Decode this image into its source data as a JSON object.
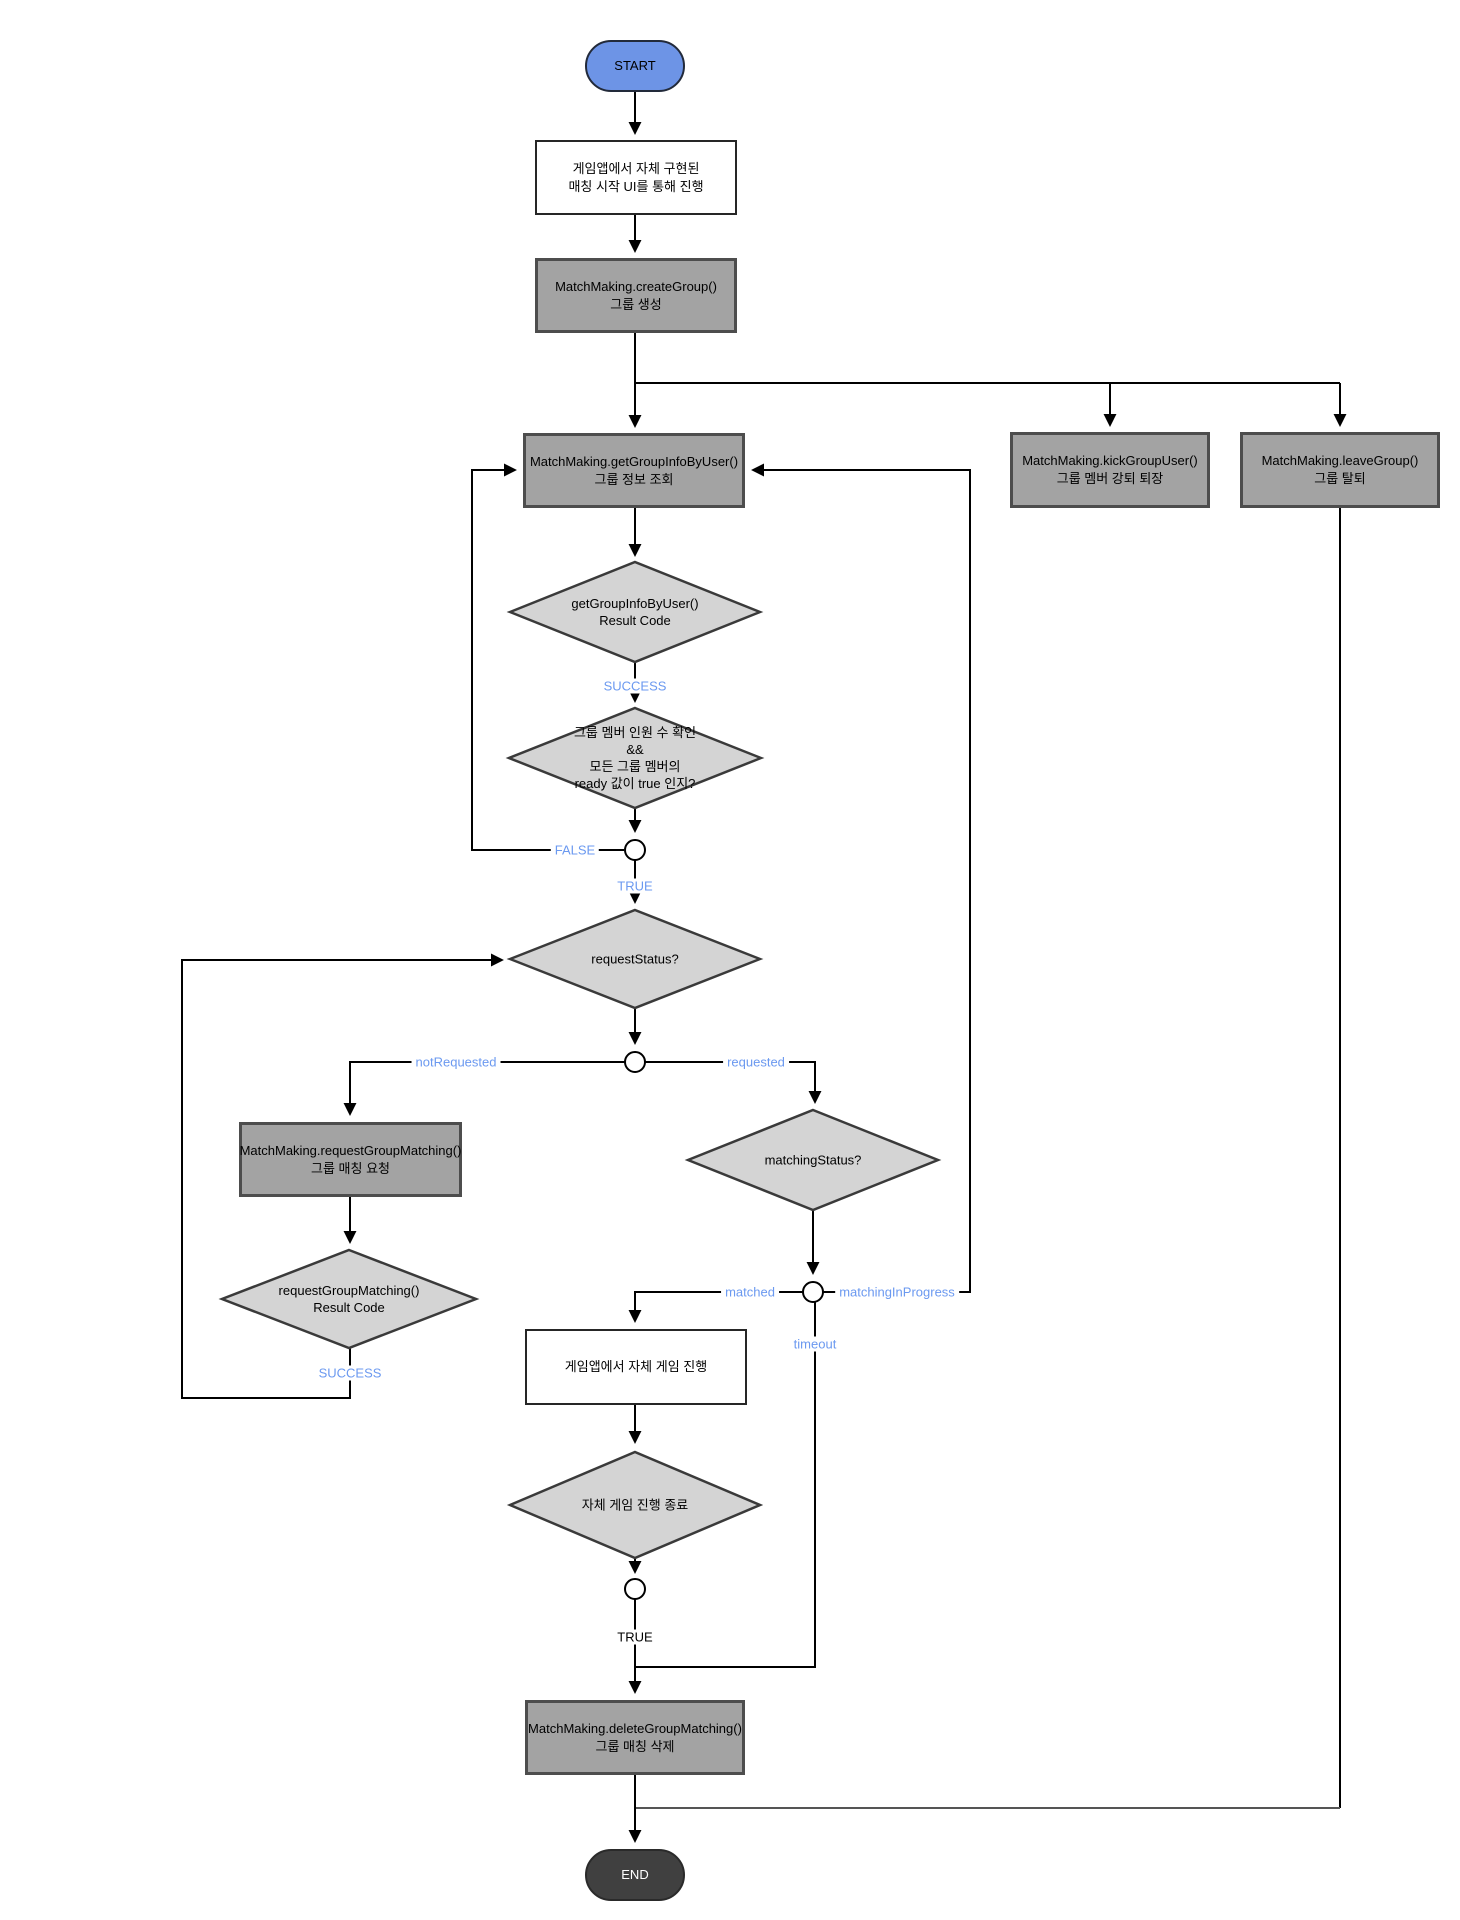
{
  "diagram_type": "flowchart",
  "nodes": {
    "start": {
      "label": "START"
    },
    "match_ui": {
      "line1": "게임앱에서 자체 구현된",
      "line2": "매칭 시작 UI를 통해 진행"
    },
    "create_group": {
      "line1": "MatchMaking.createGroup()",
      "line2": "그룹 생성"
    },
    "get_group_info": {
      "line1": "MatchMaking.getGroupInfoByUser()",
      "line2": "그룹 정보 조회"
    },
    "kick_group_user": {
      "line1": "MatchMaking.kickGroupUser()",
      "line2": "그룹 멤버 강퇴 퇴장"
    },
    "leave_group": {
      "line1": "MatchMaking.leaveGroup()",
      "line2": "그룹 탈퇴"
    },
    "get_group_info_result": {
      "line1": "getGroupInfoByUser()",
      "line2": "Result Code"
    },
    "member_ready_check": {
      "line1": "그룹 멤버 인원 수 확인",
      "line2": "&&",
      "line3": "모든 그룹 멤버의",
      "line4": "ready 값이 true 인지?"
    },
    "request_status": {
      "line1": "requestStatus?"
    },
    "request_group_matching": {
      "line1": "MatchMaking.requestGroupMatching()",
      "line2": "그룹 매칭 요청"
    },
    "request_group_matching_result": {
      "line1": "requestGroupMatching()",
      "line2": "Result Code"
    },
    "matching_status": {
      "line1": "matchingStatus?"
    },
    "play_game": {
      "line1": "게임앱에서 자체 게임 진행"
    },
    "game_end": {
      "line1": "자체 게임 진행 종료"
    },
    "delete_group_matching": {
      "line1": "MatchMaking.deleteGroupMatching()",
      "line2": "그룹 매칭 삭제"
    },
    "end": {
      "label": "END"
    }
  },
  "edge_labels": {
    "success_1": "SUCCESS",
    "false_1": "FALSE",
    "true_1": "TRUE",
    "not_requested": "notRequested",
    "requested": "requested",
    "success_2": "SUCCESS",
    "matched": "matched",
    "matching_in_progress": "matchingInProgress",
    "timeout": "timeout",
    "true_2": "TRUE"
  },
  "colors": {
    "process_fill": "#a3a3a3",
    "process_border": "#4d4d4d",
    "decision_fill": "#d4d4d4",
    "decision_border": "#3a3a3a",
    "io_fill": "#ffffff",
    "start_fill": "#6d94e6",
    "end_fill": "#404040",
    "edge_label_blue": "#6b99f0",
    "line": "#000000",
    "return_line_gray": "#555555"
  }
}
